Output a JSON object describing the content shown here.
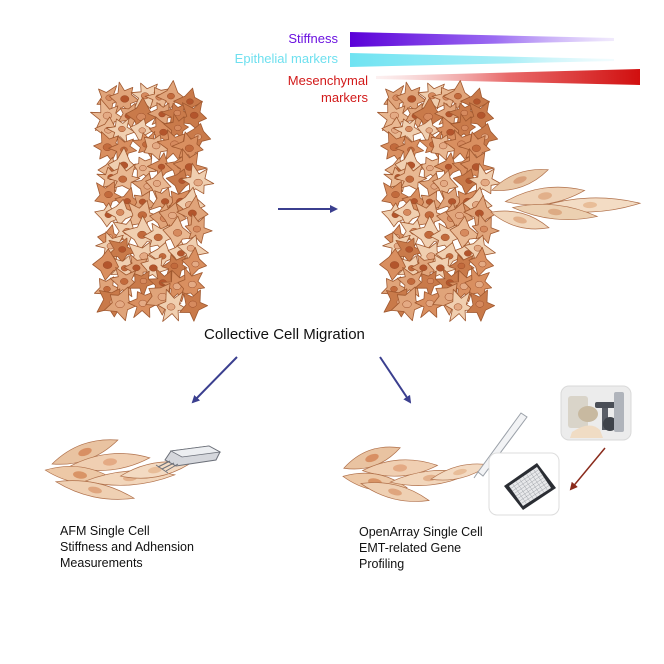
{
  "gradients": [
    {
      "key": "stiffness",
      "label": "Stiffness",
      "color": "#6b12e0",
      "direction": "decreasing"
    },
    {
      "key": "epithelial",
      "label": "Epithelial markers",
      "color": "#6fe0ef",
      "direction": "decreasing"
    },
    {
      "key": "mesenchymal",
      "label": "Mesenchymal\nmarkers",
      "color": "#d21a1a",
      "direction": "increasing"
    }
  ],
  "center_caption": "Collective Cell Migration",
  "panels": {
    "left_caption": "AFM Single Cell\nStiffness and Adhension\nMeasurements",
    "right_caption": "OpenArray Single Cell\nEMT-related Gene\nProfiling"
  },
  "colors": {
    "arrow": "#3b3f8f",
    "arrow_red": "#8a2b1c",
    "cell_dark": "#c97a4a",
    "cell_mid": "#e0a47a",
    "cell_light": "#f0cfb0",
    "nucleus": "#b3552c"
  }
}
